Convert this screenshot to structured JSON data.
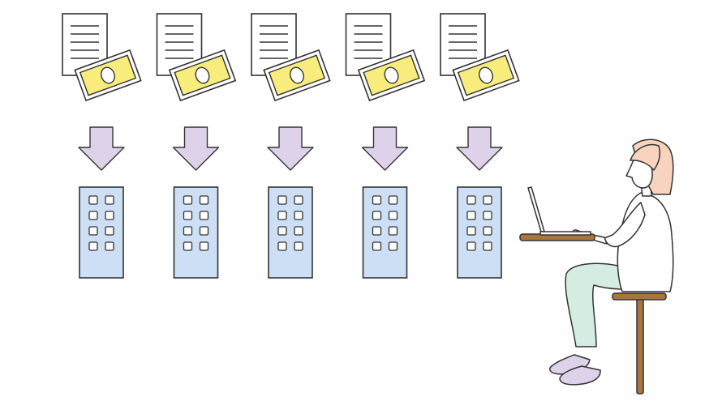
{
  "columns": [
    {
      "document": "document-icon",
      "banknote": "banknote-icon",
      "arrow": "down-arrow-icon",
      "building": "office-building-icon"
    },
    {
      "document": "document-icon",
      "banknote": "banknote-icon",
      "arrow": "down-arrow-icon",
      "building": "office-building-icon"
    },
    {
      "document": "document-icon",
      "banknote": "banknote-icon",
      "arrow": "down-arrow-icon",
      "building": "office-building-icon"
    },
    {
      "document": "document-icon",
      "banknote": "banknote-icon",
      "arrow": "down-arrow-icon",
      "building": "office-building-icon"
    },
    {
      "document": "document-icon",
      "banknote": "banknote-icon",
      "arrow": "down-arrow-icon",
      "building": "office-building-icon"
    }
  ],
  "person": {
    "figure": "person-at-laptop-illustration",
    "laptop": "laptop-icon",
    "desk": "desk",
    "stool": "stool"
  },
  "colors": {
    "outline": "#333333",
    "banknote": "#f7ec7c",
    "arrow": "#ddd2ea",
    "building": "#cddff5",
    "hair": "#f8d3bd",
    "pants": "#d5ece3",
    "shoes": "#ddd2ea",
    "wood": "#a8753f",
    "shirt": "#ffffff"
  }
}
